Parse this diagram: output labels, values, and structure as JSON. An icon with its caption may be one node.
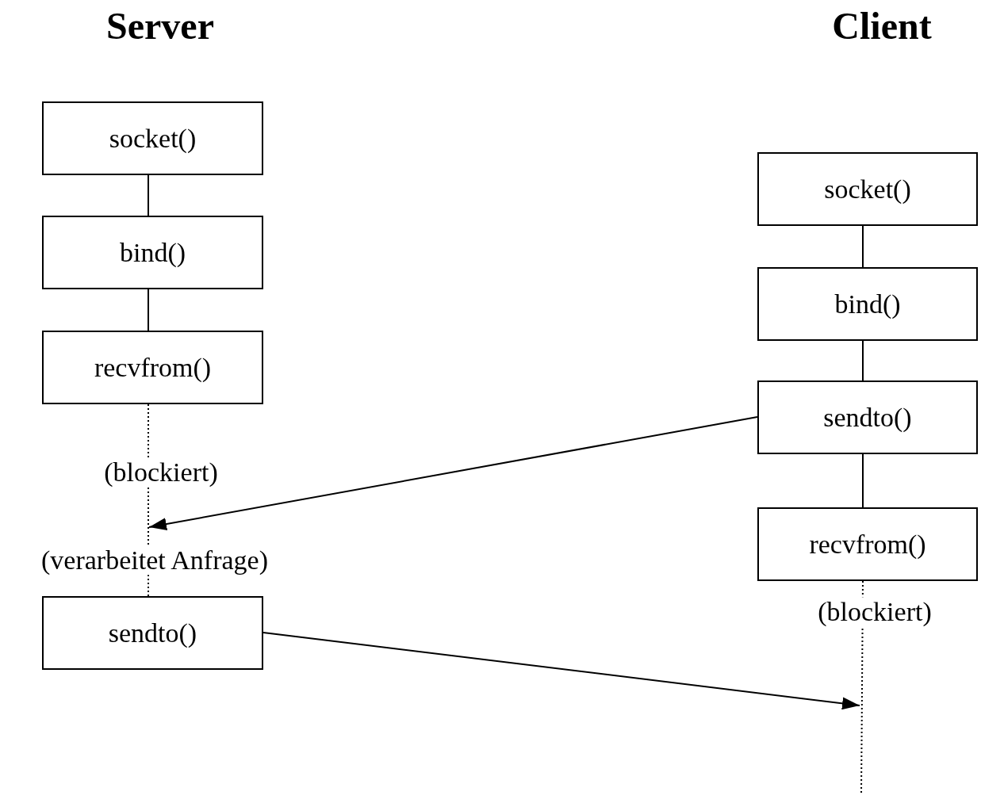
{
  "diagram": {
    "nodes": [
      {
        "text": [
          "socket()"
        ]
      },
      {
        "text": [
          "bind()"
        ]
      },
      {
        "text": [
          "recvfrom()"
        ]
      },
      {
        "text": [
          "sendto()"
        ]
      },
      {
        "text": [
          "socket()"
        ]
      },
      {
        "text": [
          "bind()"
        ]
      },
      {
        "text": [
          "sendto()"
        ]
      },
      {
        "text": [
          "recvfrom()"
        ]
      }
    ],
    "edges": [
      {
        "from": 0,
        "to": 1,
        "arrow": "none"
      },
      {
        "from": 1,
        "to": 2,
        "arrow": "none"
      },
      {
        "from": 2,
        "to": 3,
        "arrow": "none",
        "style": "dashed"
      },
      {
        "from": 4,
        "to": 5,
        "arrow": "none"
      },
      {
        "from": 5,
        "to": 6,
        "arrow": "none"
      },
      {
        "from": 6,
        "to": 7,
        "arrow": "none"
      },
      {
        "from": 7,
        "to": null,
        "arrow": "none",
        "style": "dashed"
      },
      {
        "from": 6,
        "to": null,
        "arrow": "to"
      },
      {
        "from": 3,
        "to": null,
        "arrow": "to"
      }
    ],
    "labels": [
      "Server",
      "Client",
      "(blockiert)",
      "(verarbeitet Anfrage)",
      "(blockiert)"
    ]
  }
}
